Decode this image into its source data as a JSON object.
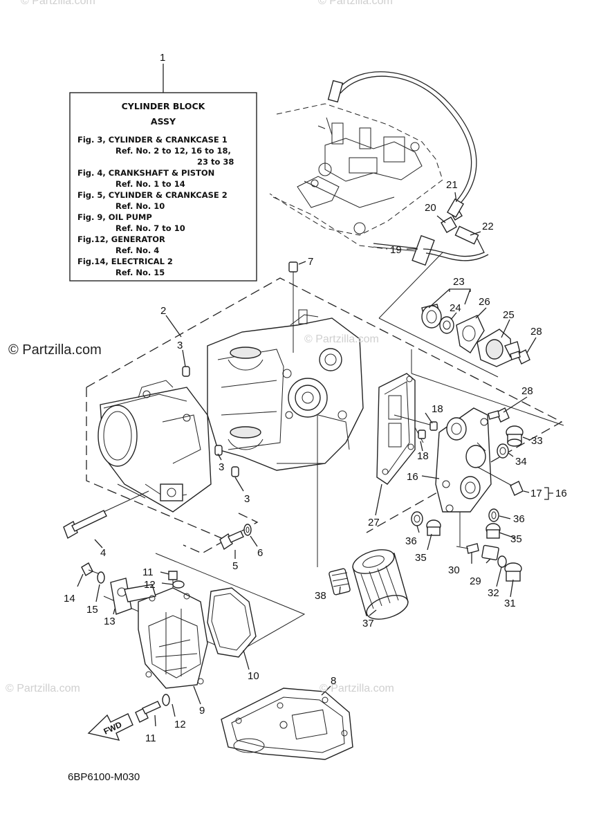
{
  "info_box": {
    "part_no": "1",
    "title": "CYLINDER BLOCK",
    "subtitle": "ASSY",
    "lines": [
      "Fig. 3, CYLINDER & CRANKCASE 1",
      "Ref. No. 2 to 12, 16 to 18,",
      "23 to 38",
      "Fig. 4, CRANKSHAFT & PISTON",
      "Ref. No. 1 to 14",
      "Fig. 5, CYLINDER & CRANKCASE 2",
      "Ref. No. 10",
      "Fig. 9, OIL PUMP",
      "Ref. No. 7 to 10",
      "Fig.12, GENERATOR",
      "Ref. No. 4",
      "Fig.14, ELECTRICAL 2",
      "Ref. No. 15"
    ]
  },
  "watermarks": {
    "main": "© Partzilla.com",
    "faint": "© Partzilla.com"
  },
  "diagram_code": "6BP6100-M030",
  "fwd_label": "FWD",
  "callouts": {
    "c2": "2",
    "c3a": "3",
    "c3b": "3",
    "c3c": "3",
    "c4": "4",
    "c5": "5",
    "c6": "6",
    "c7": "7",
    "c8": "8",
    "c9": "9",
    "c10": "10",
    "c11a": "11",
    "c11b": "11",
    "c12a": "12",
    "c12b": "12",
    "c13": "13",
    "c14": "14",
    "c15": "15",
    "c16a": "16",
    "c16b": "16",
    "c17": "17",
    "c18a": "18",
    "c18b": "18",
    "c19": "19",
    "c20": "20",
    "c21": "21",
    "c22": "22",
    "c23": "23",
    "c24": "24",
    "c25": "25",
    "c26": "26",
    "c27": "27",
    "c28a": "28",
    "c28b": "28",
    "c29": "29",
    "c30": "30",
    "c31": "31",
    "c32": "32",
    "c33": "33",
    "c34": "34",
    "c35a": "35",
    "c35b": "35",
    "c36a": "36",
    "c36b": "36",
    "c37": "37",
    "c38": "38"
  }
}
